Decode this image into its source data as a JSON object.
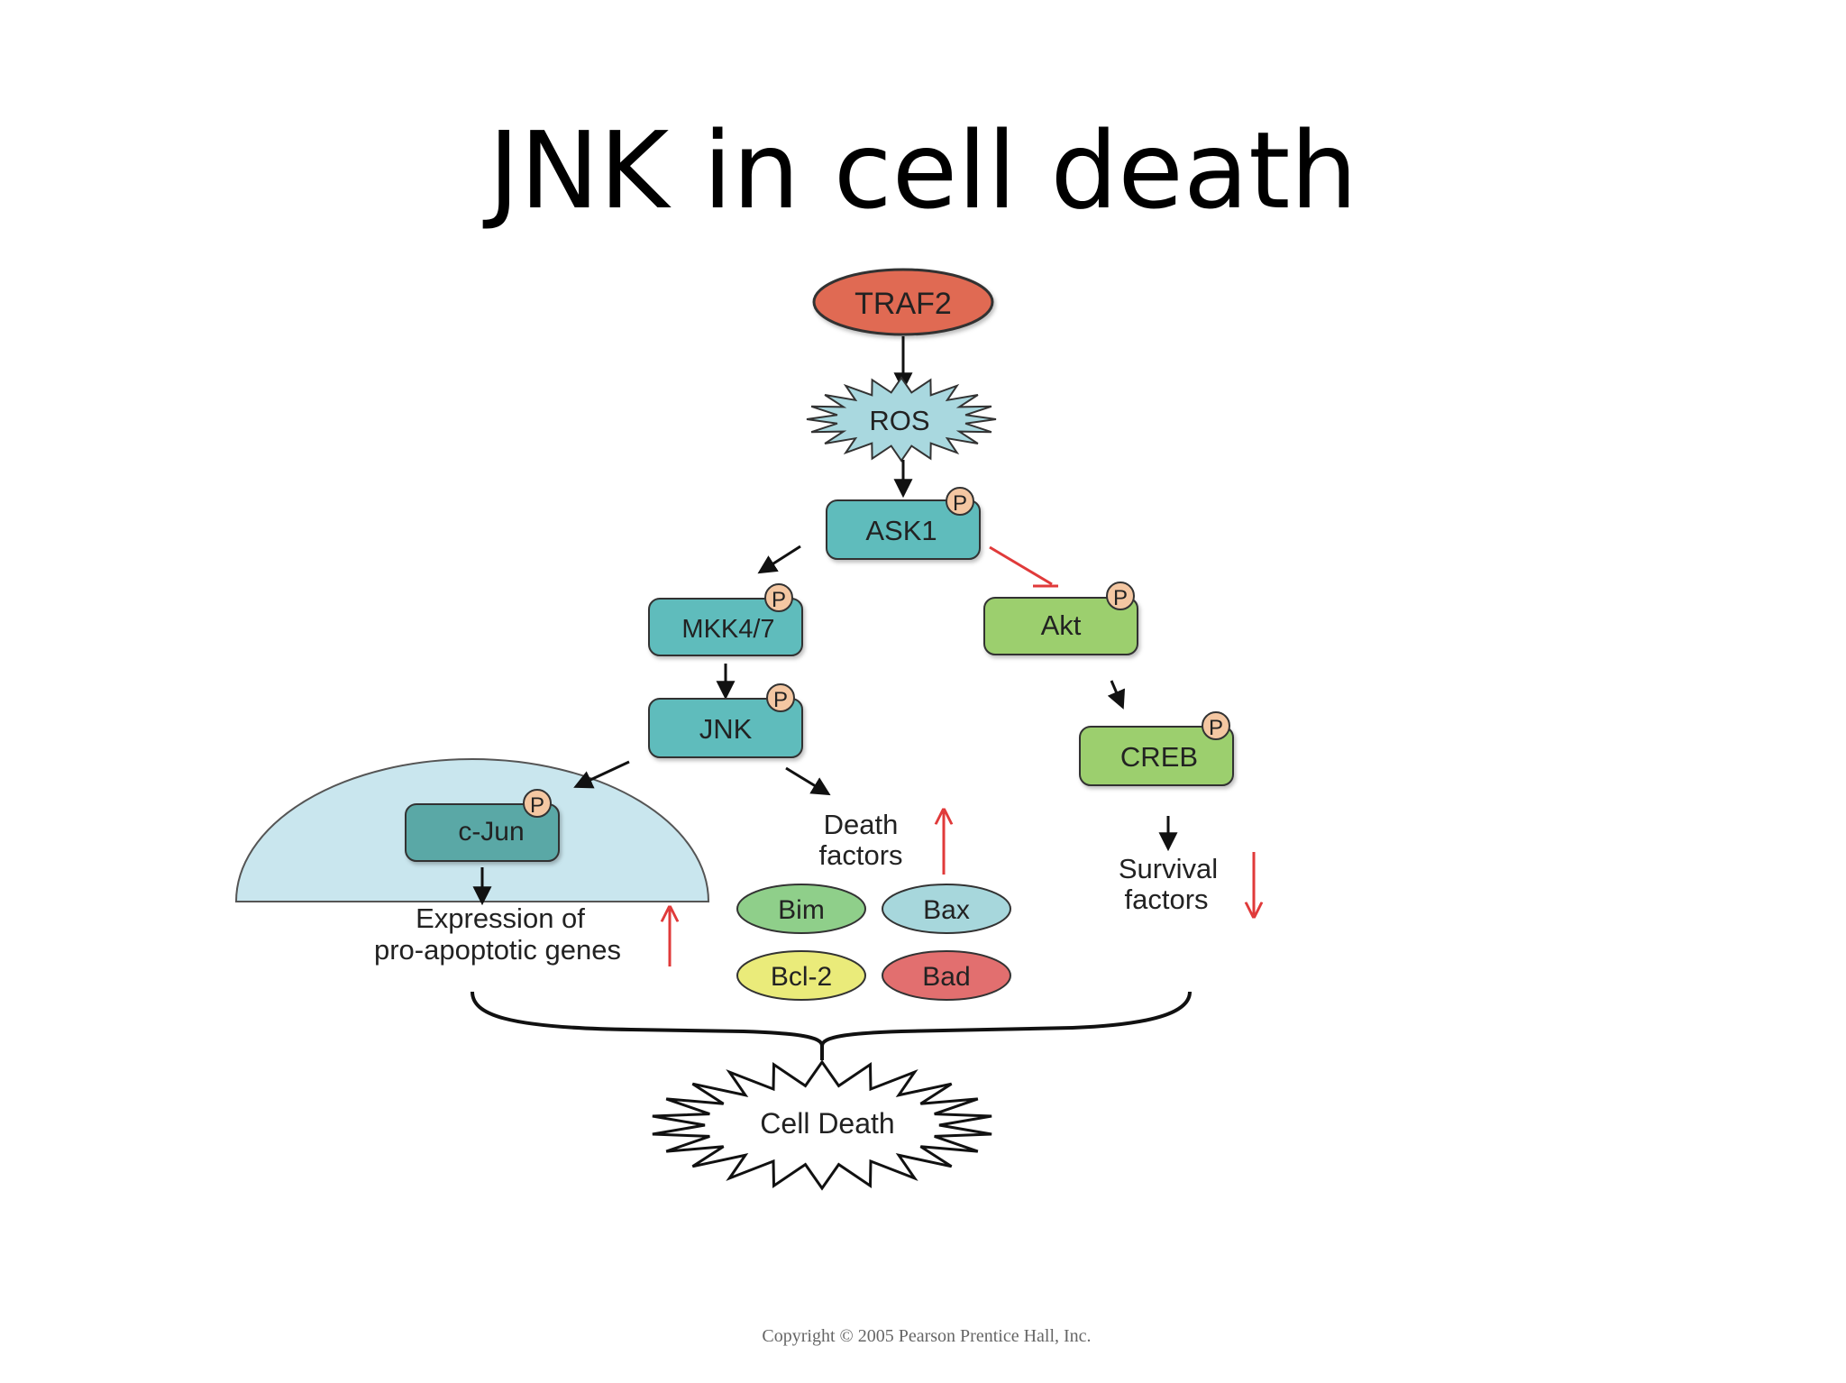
{
  "title": "JNK in cell death",
  "nodes": {
    "traf2": "TRAF2",
    "ros": "ROS",
    "ask1": "ASK1",
    "mkk47": "MKK4/7",
    "jnk": "JNK",
    "akt": "Akt",
    "creb": "CREB",
    "cjun": "c-Jun",
    "bim": "Bim",
    "bax": "Bax",
    "bcl2": "Bcl-2",
    "bad": "Bad",
    "cell_death": "Cell Death"
  },
  "phospho_label": "P",
  "labels": {
    "expression_line1": "Expression of",
    "expression_line2": "pro-apoptotic genes",
    "death_line1": "Death",
    "death_line2": "factors",
    "survival_line1": "Survival",
    "survival_line2": "factors"
  },
  "copyright": "Copyright © 2005 Pearson Prentice Hall, Inc.",
  "colors": {
    "traf2": "#e06a52",
    "ros": "#a9d8df",
    "teal_box": "#5fbcbc",
    "cjun_box": "#5aa8a6",
    "green_box": "#9ccf6e",
    "nucleus": "#c9e6ee",
    "bim": "#8fcf8a",
    "bax": "#a7d7dc",
    "bcl2": "#eaeb7a",
    "bad": "#e26f6f",
    "phospho": "#f4c7a2",
    "inhibit_red": "#e03a3a"
  }
}
